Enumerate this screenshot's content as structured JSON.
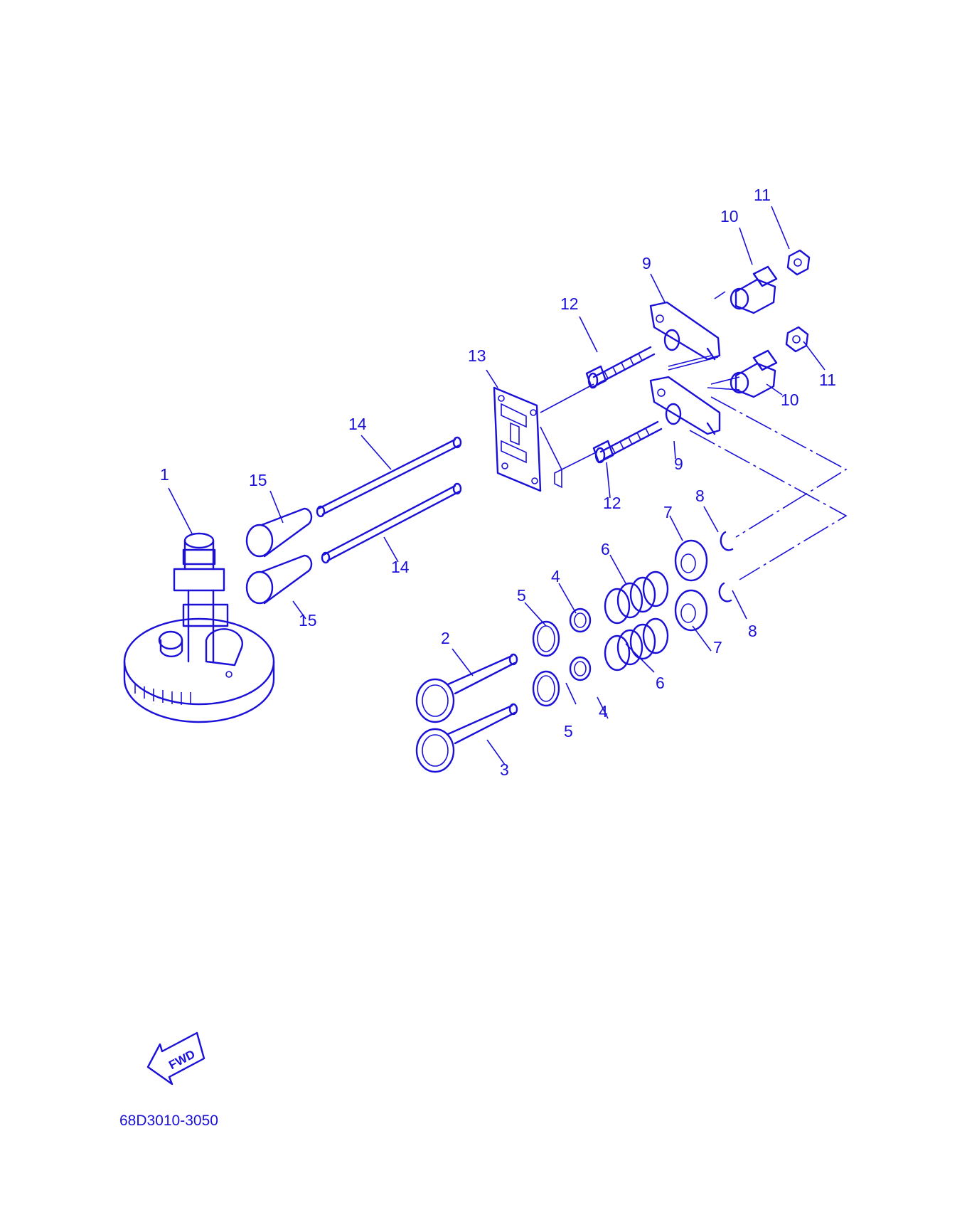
{
  "diagram": {
    "diagram_code": "68D3010-3050",
    "direction_label": "FWD",
    "color": "#1a10d8",
    "callouts": [
      "1",
      "2",
      "3",
      "4",
      "4",
      "5",
      "5",
      "6",
      "6",
      "7",
      "7",
      "8",
      "8",
      "9",
      "9",
      "10",
      "10",
      "11",
      "11",
      "12",
      "12",
      "13",
      "14",
      "14",
      "15",
      "15"
    ]
  }
}
